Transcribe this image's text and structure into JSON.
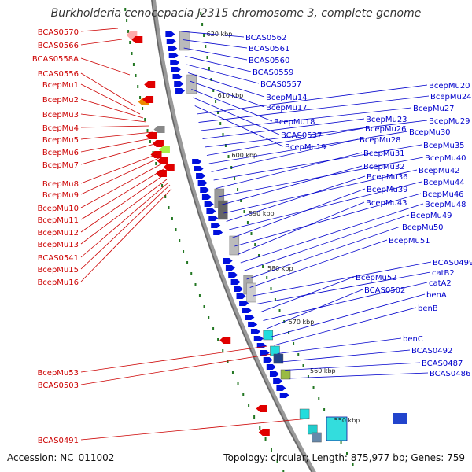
{
  "title": "Burkholderia cenocepacia J2315 chromosome 3, complete genome",
  "footer": {
    "accession": "Accession: NC_011002",
    "topology": "Topology: circular; Length: 875,977 bp; Genes: 759"
  },
  "colors": {
    "left_label": "#cc0000",
    "right_label": "#0000cc",
    "backbone": "#888888",
    "tick": "#227722"
  },
  "kbp_markers": [
    "620 kbp",
    "610 kbp",
    "600 kbp",
    "590 kbp",
    "580 kbp",
    "570 kbp",
    "560 kbp",
    "550 kbp"
  ],
  "left_labels": [
    "BCAS0570",
    "BCAS0566",
    "BCAS0558A",
    "BCAS0556",
    "BcepMu1",
    "BcepMu2",
    "BcepMu3",
    "BcepMu4",
    "BcepMu5",
    "BcepMu6",
    "BcepMu7",
    "BcepMu8",
    "BcepMu9",
    "BcepMu10",
    "BcepMu11",
    "BcepMu12",
    "BcepMu13",
    "BCAS0541",
    "BcepMu15",
    "BcepMu16",
    "BcepMu53",
    "BCAS0503",
    "BCAS0491"
  ],
  "right_labels": [
    "BCAS0562",
    "BCAS0561",
    "BCAS0560",
    "BCAS0559",
    "BCAS0557",
    "BcepMu14",
    "BcepMu17",
    "BcepMu18",
    "BCAS0537",
    "BcepMu19",
    "BcepMu20",
    "BcepMu24",
    "BcepMu27",
    "BcepMu23",
    "BcepMu29",
    "BcepMu26",
    "BcepMu30",
    "BcepMu28",
    "BcepMu35",
    "BcepMu31",
    "BcepMu40",
    "BcepMu32",
    "BcepMu42",
    "BcepMu36",
    "BcepMu44",
    "BcepMu39",
    "BcepMu46",
    "BcepMu43",
    "BcepMu48",
    "BcepMu49",
    "BcepMu50",
    "BcepMu51",
    "BCAS0499",
    "catB2",
    "BcepMu52",
    "catA2",
    "BCAS0502",
    "benA",
    "benB",
    "benC",
    "BCAS0492",
    "BCAS0487",
    "BCAS0486"
  ]
}
